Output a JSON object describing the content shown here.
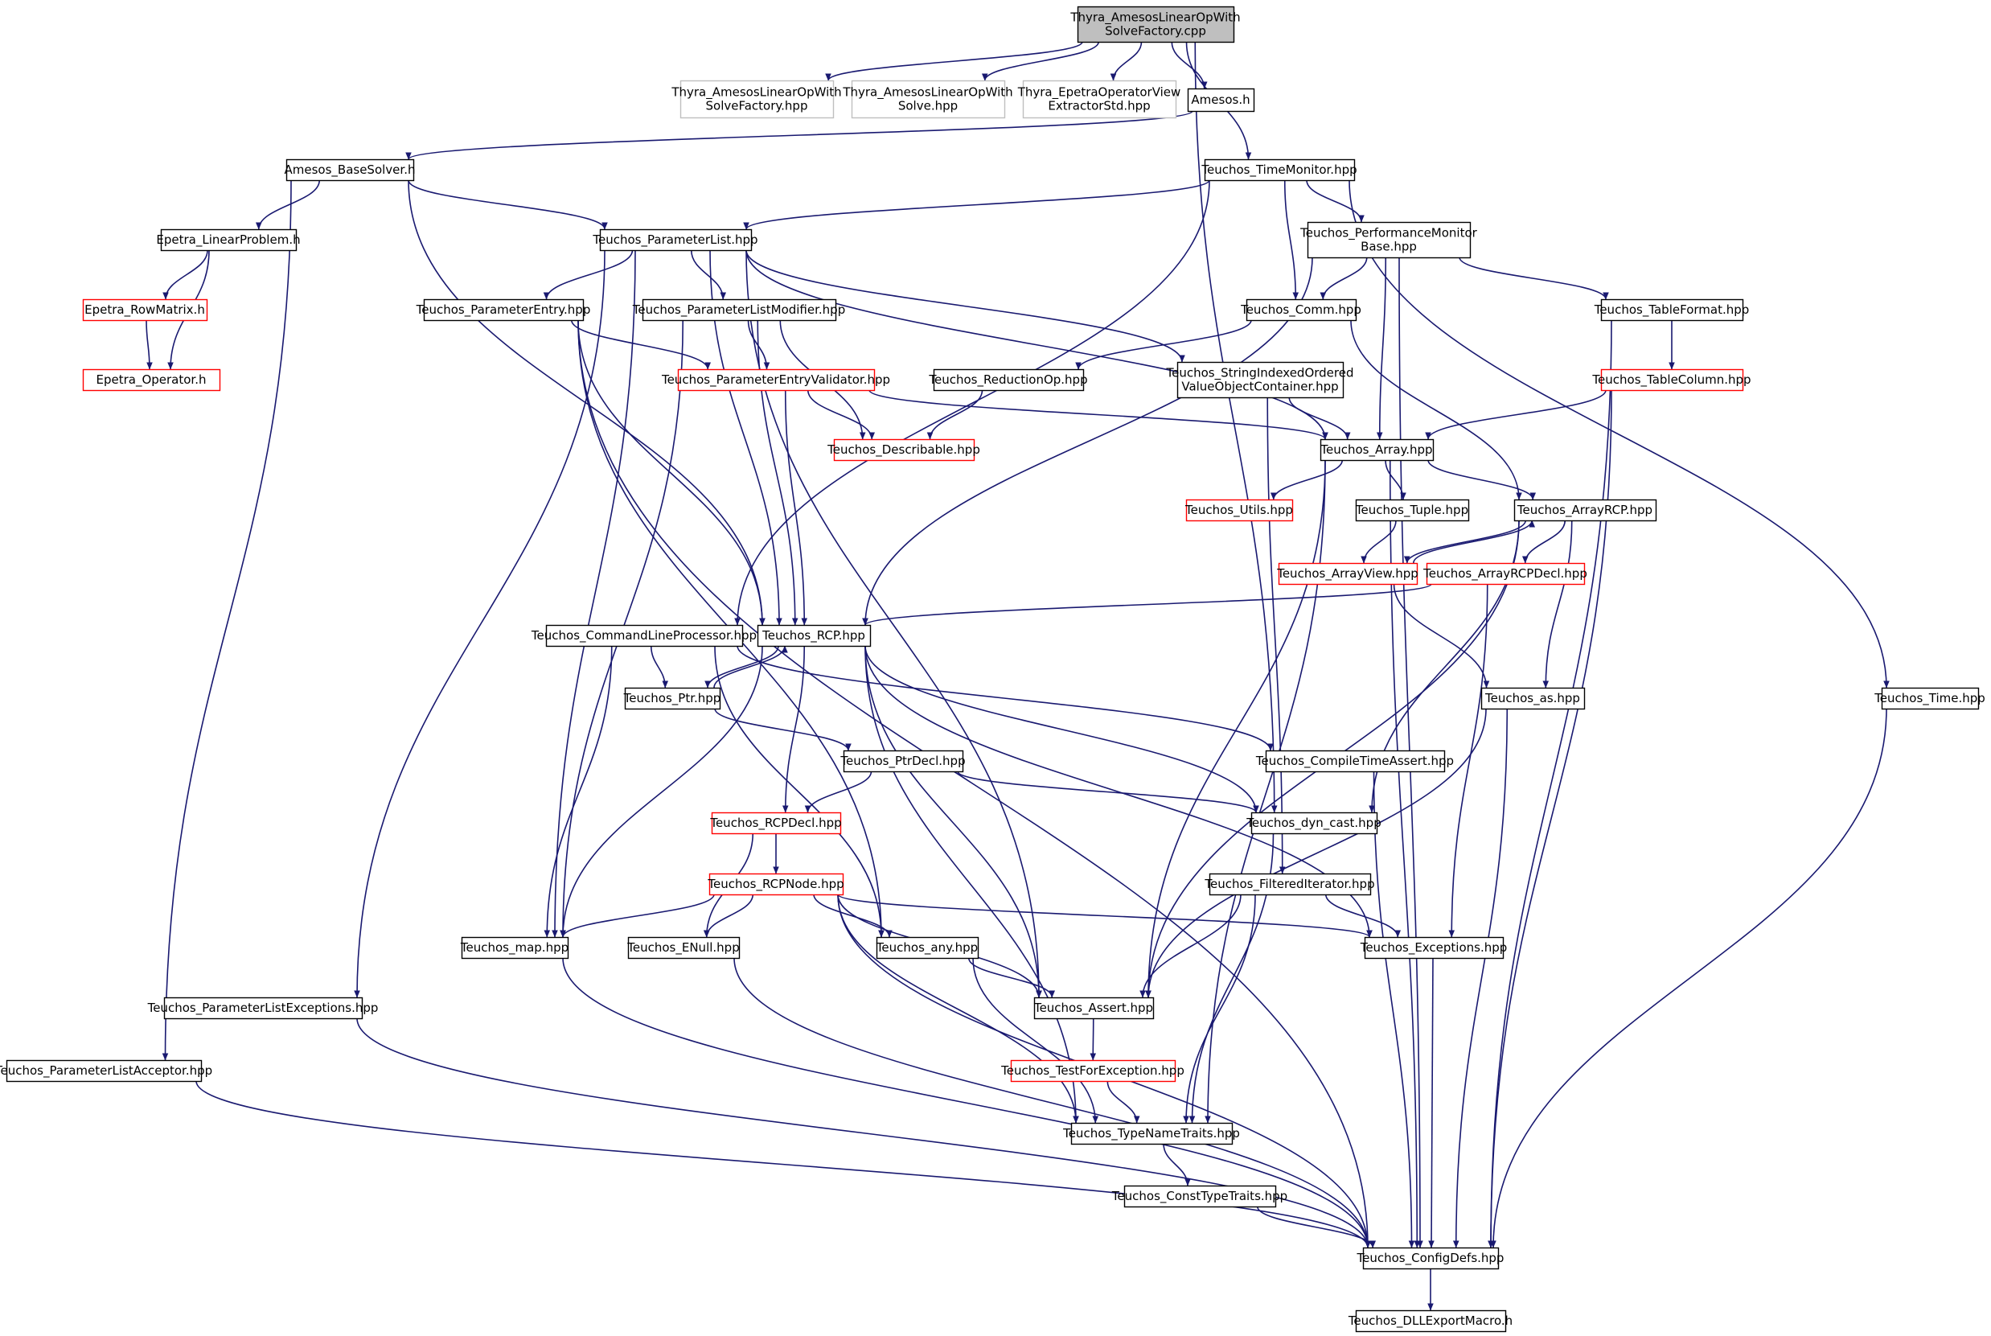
{
  "colors": {
    "edge": "#191970",
    "border_normal": "#000000",
    "border_truncated": "#ff0000",
    "border_external": "#bfbfbf",
    "root_fill": "#bfbfbf",
    "fill": "#ffffff"
  },
  "nodes": [
    {
      "id": "root",
      "lines": [
        "Thyra_AmesosLinearOpWith",
        "SolveFactory.cpp"
      ],
      "style": "root"
    },
    {
      "id": "thyra_factory_hpp",
      "lines": [
        "Thyra_AmesosLinearOpWith",
        "SolveFactory.hpp"
      ],
      "style": "external"
    },
    {
      "id": "thyra_solve_hpp",
      "lines": [
        "Thyra_AmesosLinearOpWith",
        "Solve.hpp"
      ],
      "style": "external"
    },
    {
      "id": "thyra_epetra_extractor",
      "lines": [
        "Thyra_EpetraOperatorView",
        "ExtractorStd.hpp"
      ],
      "style": "external"
    },
    {
      "id": "amesos_h",
      "lines": [
        "Amesos.h"
      ],
      "style": "normal"
    },
    {
      "id": "amesos_basesolver",
      "lines": [
        "Amesos_BaseSolver.h"
      ],
      "style": "normal"
    },
    {
      "id": "time_monitor",
      "lines": [
        "Teuchos_TimeMonitor.hpp"
      ],
      "style": "normal"
    },
    {
      "id": "epetra_linearproblem",
      "lines": [
        "Epetra_LinearProblem.h"
      ],
      "style": "normal"
    },
    {
      "id": "parameter_list",
      "lines": [
        "Teuchos_ParameterList.hpp"
      ],
      "style": "normal"
    },
    {
      "id": "perf_monitor_base",
      "lines": [
        "Teuchos_PerformanceMonitor",
        "Base.hpp"
      ],
      "style": "normal"
    },
    {
      "id": "epetra_rowmatrix",
      "lines": [
        "Epetra_RowMatrix.h"
      ],
      "style": "truncated"
    },
    {
      "id": "parameter_entry",
      "lines": [
        "Teuchos_ParameterEntry.hpp"
      ],
      "style": "normal"
    },
    {
      "id": "parameter_list_modifier",
      "lines": [
        "Teuchos_ParameterListModifier.hpp"
      ],
      "style": "normal"
    },
    {
      "id": "comm",
      "lines": [
        "Teuchos_Comm.hpp"
      ],
      "style": "normal"
    },
    {
      "id": "table_format",
      "lines": [
        "Teuchos_TableFormat.hpp"
      ],
      "style": "normal"
    },
    {
      "id": "epetra_operator",
      "lines": [
        "Epetra_Operator.h"
      ],
      "style": "truncated"
    },
    {
      "id": "param_entry_validator",
      "lines": [
        "Teuchos_ParameterEntryValidator.hpp"
      ],
      "style": "truncated"
    },
    {
      "id": "reduction_op",
      "lines": [
        "Teuchos_ReductionOp.hpp"
      ],
      "style": "normal"
    },
    {
      "id": "string_indexed",
      "lines": [
        "Teuchos_StringIndexedOrdered",
        "ValueObjectContainer.hpp"
      ],
      "style": "normal"
    },
    {
      "id": "table_column",
      "lines": [
        "Teuchos_TableColumn.hpp"
      ],
      "style": "truncated"
    },
    {
      "id": "describable",
      "lines": [
        "Teuchos_Describable.hpp"
      ],
      "style": "truncated"
    },
    {
      "id": "array",
      "lines": [
        "Teuchos_Array.hpp"
      ],
      "style": "normal"
    },
    {
      "id": "utils",
      "lines": [
        "Teuchos_Utils.hpp"
      ],
      "style": "truncated"
    },
    {
      "id": "tuple",
      "lines": [
        "Teuchos_Tuple.hpp"
      ],
      "style": "normal"
    },
    {
      "id": "array_rcp",
      "lines": [
        "Teuchos_ArrayRCP.hpp"
      ],
      "style": "normal"
    },
    {
      "id": "array_view",
      "lines": [
        "Teuchos_ArrayView.hpp"
      ],
      "style": "truncated"
    },
    {
      "id": "array_rcp_decl",
      "lines": [
        "Teuchos_ArrayRCPDecl.hpp"
      ],
      "style": "truncated"
    },
    {
      "id": "cmdline_processor",
      "lines": [
        "Teuchos_CommandLineProcessor.hpp"
      ],
      "style": "normal"
    },
    {
      "id": "rcp",
      "lines": [
        "Teuchos_RCP.hpp"
      ],
      "style": "normal"
    },
    {
      "id": "ptr",
      "lines": [
        "Teuchos_Ptr.hpp"
      ],
      "style": "normal"
    },
    {
      "id": "as",
      "lines": [
        "Teuchos_as.hpp"
      ],
      "style": "normal"
    },
    {
      "id": "time",
      "lines": [
        "Teuchos_Time.hpp"
      ],
      "style": "normal"
    },
    {
      "id": "ptr_decl",
      "lines": [
        "Teuchos_PtrDecl.hpp"
      ],
      "style": "normal"
    },
    {
      "id": "compile_time_assert",
      "lines": [
        "Teuchos_CompileTimeAssert.hpp"
      ],
      "style": "normal"
    },
    {
      "id": "rcp_decl",
      "lines": [
        "Teuchos_RCPDecl.hpp"
      ],
      "style": "truncated"
    },
    {
      "id": "dyn_cast",
      "lines": [
        "Teuchos_dyn_cast.hpp"
      ],
      "style": "normal"
    },
    {
      "id": "rcp_node",
      "lines": [
        "Teuchos_RCPNode.hpp"
      ],
      "style": "truncated"
    },
    {
      "id": "filtered_iterator",
      "lines": [
        "Teuchos_FilteredIterator.hpp"
      ],
      "style": "normal"
    },
    {
      "id": "map",
      "lines": [
        "Teuchos_map.hpp"
      ],
      "style": "normal"
    },
    {
      "id": "enull",
      "lines": [
        "Teuchos_ENull.hpp"
      ],
      "style": "normal"
    },
    {
      "id": "any",
      "lines": [
        "Teuchos_any.hpp"
      ],
      "style": "normal"
    },
    {
      "id": "exceptions",
      "lines": [
        "Teuchos_Exceptions.hpp"
      ],
      "style": "normal"
    },
    {
      "id": "param_list_exceptions",
      "lines": [
        "Teuchos_ParameterListExceptions.hpp"
      ],
      "style": "normal"
    },
    {
      "id": "assert",
      "lines": [
        "Teuchos_Assert.hpp"
      ],
      "style": "normal"
    },
    {
      "id": "param_list_acceptor",
      "lines": [
        "Teuchos_ParameterListAcceptor.hpp"
      ],
      "style": "normal"
    },
    {
      "id": "test_for_exception",
      "lines": [
        "Teuchos_TestForException.hpp"
      ],
      "style": "truncated"
    },
    {
      "id": "type_name_traits",
      "lines": [
        "Teuchos_TypeNameTraits.hpp"
      ],
      "style": "normal"
    },
    {
      "id": "const_type_traits",
      "lines": [
        "Teuchos_ConstTypeTraits.hpp"
      ],
      "style": "normal"
    },
    {
      "id": "config_defs",
      "lines": [
        "Teuchos_ConfigDefs.hpp"
      ],
      "style": "normal"
    },
    {
      "id": "dll_export_macro",
      "lines": [
        "Teuchos_DLLExportMacro.h"
      ],
      "style": "normal"
    }
  ],
  "edges": [
    [
      "root",
      "thyra_factory_hpp"
    ],
    [
      "root",
      "thyra_solve_hpp"
    ],
    [
      "root",
      "thyra_epetra_extractor"
    ],
    [
      "root",
      "amesos_h"
    ],
    [
      "root",
      "time_monitor"
    ],
    [
      "root",
      "dyn_cast"
    ],
    [
      "amesos_h",
      "amesos_basesolver"
    ],
    [
      "amesos_basesolver",
      "epetra_linearproblem"
    ],
    [
      "amesos_basesolver",
      "parameter_list"
    ],
    [
      "amesos_basesolver",
      "rcp"
    ],
    [
      "amesos_basesolver",
      "param_list_acceptor"
    ],
    [
      "time_monitor",
      "parameter_list"
    ],
    [
      "time_monitor",
      "perf_monitor_base"
    ],
    [
      "time_monitor",
      "comm"
    ],
    [
      "time_monitor",
      "cmdline_processor"
    ],
    [
      "time_monitor",
      "time"
    ],
    [
      "epetra_linearproblem",
      "epetra_rowmatrix"
    ],
    [
      "epetra_linearproblem",
      "epetra_operator"
    ],
    [
      "epetra_rowmatrix",
      "epetra_operator"
    ],
    [
      "parameter_list",
      "parameter_entry"
    ],
    [
      "parameter_list",
      "parameter_list_modifier"
    ],
    [
      "parameter_list",
      "string_indexed"
    ],
    [
      "parameter_list",
      "array"
    ],
    [
      "parameter_list",
      "rcp"
    ],
    [
      "parameter_list",
      "assert"
    ],
    [
      "parameter_list",
      "map"
    ],
    [
      "parameter_list",
      "param_list_exceptions"
    ],
    [
      "perf_monitor_base",
      "comm"
    ],
    [
      "perf_monitor_base",
      "table_format"
    ],
    [
      "perf_monitor_base",
      "array"
    ],
    [
      "perf_monitor_base",
      "rcp"
    ],
    [
      "perf_monitor_base",
      "config_defs"
    ],
    [
      "parameter_entry",
      "param_entry_validator"
    ],
    [
      "parameter_entry",
      "rcp"
    ],
    [
      "parameter_entry",
      "any"
    ],
    [
      "parameter_entry",
      "config_defs"
    ],
    [
      "parameter_list_modifier",
      "param_entry_validator"
    ],
    [
      "parameter_list_modifier",
      "describable"
    ],
    [
      "parameter_list_modifier",
      "rcp"
    ],
    [
      "parameter_list_modifier",
      "map"
    ],
    [
      "comm",
      "reduction_op"
    ],
    [
      "comm",
      "array_rcp"
    ],
    [
      "table_format",
      "table_column"
    ],
    [
      "table_format",
      "config_defs"
    ],
    [
      "param_entry_validator",
      "describable"
    ],
    [
      "param_entry_validator",
      "array"
    ],
    [
      "param_entry_validator",
      "rcp"
    ],
    [
      "reduction_op",
      "describable"
    ],
    [
      "string_indexed",
      "array"
    ],
    [
      "string_indexed",
      "filtered_iterator"
    ],
    [
      "table_column",
      "array"
    ],
    [
      "table_column",
      "config_defs"
    ],
    [
      "array",
      "utils"
    ],
    [
      "array",
      "tuple"
    ],
    [
      "array",
      "array_rcp"
    ],
    [
      "array",
      "assert"
    ],
    [
      "array",
      "type_name_traits"
    ],
    [
      "array",
      "config_defs"
    ],
    [
      "tuple",
      "array_view"
    ],
    [
      "array_rcp",
      "array_view"
    ],
    [
      "array_rcp",
      "array_rcp_decl"
    ],
    [
      "array_rcp",
      "as"
    ],
    [
      "array_rcp",
      "dyn_cast"
    ],
    [
      "array_rcp",
      "assert"
    ],
    [
      "array_view",
      "array_rcp"
    ],
    [
      "array_view",
      "as"
    ],
    [
      "array_rcp_decl",
      "rcp"
    ],
    [
      "array_rcp_decl",
      "exceptions"
    ],
    [
      "cmdline_processor",
      "ptr"
    ],
    [
      "cmdline_processor",
      "map"
    ],
    [
      "cmdline_processor",
      "any"
    ],
    [
      "cmdline_processor",
      "compile_time_assert"
    ],
    [
      "rcp",
      "ptr"
    ],
    [
      "rcp",
      "rcp_decl"
    ],
    [
      "rcp",
      "dyn_cast"
    ],
    [
      "rcp",
      "assert"
    ],
    [
      "rcp",
      "exceptions"
    ],
    [
      "rcp",
      "map"
    ],
    [
      "rcp",
      "type_name_traits"
    ],
    [
      "ptr",
      "rcp"
    ],
    [
      "ptr",
      "ptr_decl"
    ],
    [
      "as",
      "assert"
    ],
    [
      "as",
      "config_defs"
    ],
    [
      "time",
      "config_defs"
    ],
    [
      "ptr_decl",
      "rcp_decl"
    ],
    [
      "ptr_decl",
      "dyn_cast"
    ],
    [
      "compile_time_assert",
      "config_defs"
    ],
    [
      "rcp_decl",
      "rcp_node"
    ],
    [
      "rcp_decl",
      "enull"
    ],
    [
      "dyn_cast",
      "type_name_traits"
    ],
    [
      "rcp_node",
      "map"
    ],
    [
      "rcp_node",
      "enull"
    ],
    [
      "rcp_node",
      "any"
    ],
    [
      "rcp_node",
      "exceptions"
    ],
    [
      "rcp_node",
      "assert"
    ],
    [
      "rcp_node",
      "type_name_traits"
    ],
    [
      "rcp_node",
      "config_defs"
    ],
    [
      "filtered_iterator",
      "exceptions"
    ],
    [
      "filtered_iterator",
      "assert"
    ],
    [
      "filtered_iterator",
      "type_name_traits"
    ],
    [
      "map",
      "config_defs"
    ],
    [
      "enull",
      "config_defs"
    ],
    [
      "any",
      "assert"
    ],
    [
      "any",
      "type_name_traits"
    ],
    [
      "exceptions",
      "config_defs"
    ],
    [
      "param_list_exceptions",
      "config_defs"
    ],
    [
      "assert",
      "test_for_exception"
    ],
    [
      "param_list_acceptor",
      "config_defs"
    ],
    [
      "test_for_exception",
      "type_name_traits"
    ],
    [
      "type_name_traits",
      "const_type_traits"
    ],
    [
      "const_type_traits",
      "config_defs"
    ],
    [
      "config_defs",
      "dll_export_macro"
    ]
  ]
}
